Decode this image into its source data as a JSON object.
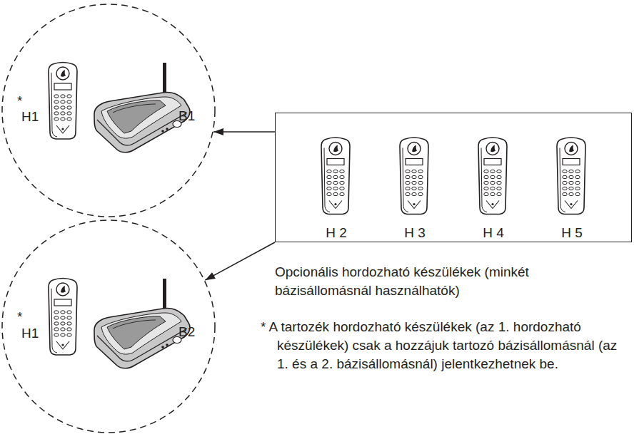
{
  "diagram": {
    "nodes": [
      {
        "text": [
          "*",
          "H1",
          "B1"
        ]
      },
      {
        "text": [
          "*",
          "H1",
          "B2"
        ]
      },
      {
        "text": [
          "H 2",
          "H 3",
          "H 4",
          "H 5"
        ]
      }
    ],
    "edges": [
      {
        "from": 2,
        "to": 0,
        "arrow": "to"
      },
      {
        "from": 2,
        "to": 1,
        "arrow": "to"
      }
    ],
    "labels": [
      "Opcionális hordozható készülékek (minkét bázisállomásnál használhatók)",
      "* A tartozék hordozható készülékek (az 1. hordozható készülékek) csak a hozzájuk tartozó bázisállomásnál (az 1. és a 2. bázisállomásnál) jelentkezhetnek be."
    ]
  }
}
